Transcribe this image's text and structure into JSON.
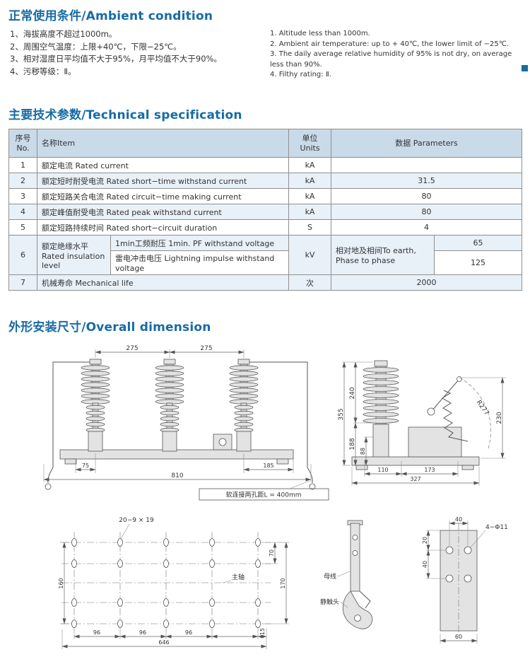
{
  "colors": {
    "accent_blue": "#176ba6",
    "table_header_bg": "#c9dae8",
    "table_alt_row_bg": "#e9f1f8"
  },
  "ambient": {
    "title": "正常使用条件/Ambient condition",
    "cn": [
      "1、海拔高度不超过1000m。",
      "2、周围空气温度：上限+40℃，下限−25℃。",
      "3、相对湿度日平均值不大于95%，月平均值不大于90%。",
      "4、污秽等级：Ⅱ。"
    ],
    "en": [
      "1. Altitude less than 1000m.",
      "2. Ambient air temperature: up to + 40℃, the lower limit of −25℃.",
      "3. The daily average relative humidity of 95% is not dry, on average less than 90%.",
      "4. Filthy rating: Ⅱ."
    ]
  },
  "spec": {
    "title": "主要技术参数/Technical specification",
    "header": {
      "no_cn": "序号",
      "no_en": "No.",
      "item": "名称Item",
      "units_cn": "单位",
      "units_en": "Units",
      "params": "数据 Parameters"
    },
    "rows": [
      {
        "no": "1",
        "item": "额定电流 Rated current",
        "units": "kA",
        "value": ""
      },
      {
        "no": "2",
        "item": "额定短时耐受电流 Rated short−time withstand current",
        "units": "kA",
        "value": "31.5"
      },
      {
        "no": "3",
        "item": "额定短路关合电流 Rated circuit−time making current",
        "units": "kA",
        "value": "80"
      },
      {
        "no": "4",
        "item": "额定峰值耐受电流 Rated peak withstand current",
        "units": "kA",
        "value": "80"
      },
      {
        "no": "5",
        "item": "额定短路持续时间 Rated short−circuit duration",
        "units": "S",
        "value": "4"
      }
    ],
    "row6": {
      "no": "6",
      "label_cn": "额定绝缘水平",
      "label_en": "Rated insulation level",
      "sub1": "1min工频耐压 1min. PF withstand voltage",
      "sub2": "雷电冲击电压 Lightning impulse withstand voltage",
      "units": "kV",
      "scope_line1": "相对地及相间To earth,",
      "scope_line2": "Phase to phase",
      "value1": "65",
      "value2": "125"
    },
    "row7": {
      "no": "7",
      "item": "机械寿命 Mechanical life",
      "units": "次",
      "value": "2000"
    }
  },
  "dimension": {
    "title": "外形安装尺寸/Overall dimension",
    "front": {
      "d275a": "275",
      "d275b": "275",
      "d75": "75",
      "d185": "185",
      "d810": "810",
      "note": "软连接两孔距L = 400mm"
    },
    "side": {
      "d355": "355",
      "d240": "240",
      "d188": "188",
      "d88": "88",
      "d110": "110",
      "d173": "173",
      "d327": "327",
      "d230": "230",
      "r277": "R277"
    },
    "plan": {
      "holes": "20−9 × 19",
      "d70": "70",
      "d170": "170",
      "d160": "160",
      "d96a": "96",
      "d96b": "96",
      "d96c": "96",
      "d15": "15",
      "d646": "646",
      "axis": "主轴"
    },
    "contact": {
      "busbar": "母线",
      "static": "静触头"
    },
    "plate": {
      "holes": "4−Φ11",
      "d40top": "40",
      "d20": "20",
      "d40left": "40",
      "d60": "60"
    }
  }
}
